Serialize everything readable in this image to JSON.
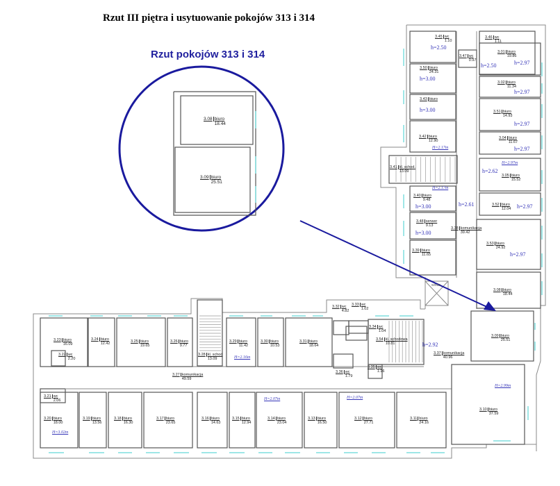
{
  "title": "Rzut III piętra i usytuowanie pokojów 313 i 314",
  "inset_title": "Rzut pokojów 313 i 314",
  "colors": {
    "line": "#7a7a7a",
    "accent": "#1a1a9e",
    "window": "#7fdede"
  },
  "inset_rooms": [
    {
      "number": "3.08",
      "type": "biuro",
      "area": "18.44"
    },
    {
      "number": "3.09",
      "type": "biuro",
      "area": "25.51"
    }
  ],
  "rooms": [
    {
      "number": "3.45",
      "type": "wc",
      "area": "1.10"
    },
    {
      "number": "3.46",
      "type": "wc",
      "area": "1.11"
    },
    {
      "number": "3.47",
      "type": "wc",
      "area": "0.97"
    },
    {
      "number": "3.50",
      "type": "biuro",
      "area": "24.31"
    },
    {
      "number": "3.43",
      "type": "biuro",
      "area": ""
    },
    {
      "number": "3.42",
      "type": "biuro",
      "area": "12.90"
    },
    {
      "number": "3.41",
      "type": "kl. schod.",
      "area": "13.09"
    },
    {
      "number": "3.40",
      "type": "biuro",
      "area": "9.48"
    },
    {
      "number": "3.48",
      "type": "serwer",
      "area": "9.13"
    },
    {
      "number": "3.39",
      "type": "biuro",
      "area": "11.65"
    },
    {
      "number": "3.38",
      "type": "komunikacja",
      "area": "39.42"
    },
    {
      "number": "3.01",
      "type": "biuro",
      "area": "19.86"
    },
    {
      "number": "3.02",
      "type": "biuro",
      "area": "11.34"
    },
    {
      "number": "3.51",
      "type": "biuro",
      "area": "14.93"
    },
    {
      "number": "3.04",
      "type": "biuro",
      "area": "11.67"
    },
    {
      "number": "3.05",
      "type": "biuro",
      "area": "15.52"
    },
    {
      "number": "3.52",
      "type": "biuro",
      "area": "12.04"
    },
    {
      "number": "3.53",
      "type": "biuro",
      "area": "24.92"
    },
    {
      "number": "3.08",
      "type": "biuro",
      "area": "18.44"
    },
    {
      "number": "3.09",
      "type": "biuro",
      "area": "25.51"
    },
    {
      "number": "3.10",
      "type": "biuro",
      "area": "37.59"
    },
    {
      "number": "3.23",
      "type": "biuro",
      "area": "16.09"
    },
    {
      "number": "3.22",
      "type": "wc",
      "area": "2.20"
    },
    {
      "number": "3.24",
      "type": "biuro",
      "area": "12.42"
    },
    {
      "number": "3.25",
      "type": "biuro",
      "area": "19.65"
    },
    {
      "number": "3.26",
      "type": "biuro",
      "area": "9.77"
    },
    {
      "number": "3.28",
      "type": "kl. schod",
      "area": "13.09"
    },
    {
      "number": "3.29",
      "type": "biuro",
      "area": "11.42"
    },
    {
      "number": "3.30",
      "type": "biuro",
      "area": "10.53"
    },
    {
      "number": "3.31",
      "type": "biuro",
      "area": "18.64"
    },
    {
      "number": "3.32",
      "type": "wc",
      "area": "4.82"
    },
    {
      "number": "3.33",
      "type": "wc",
      "area": "1.02"
    },
    {
      "number": "3.34",
      "type": "wc",
      "area": "1.04"
    },
    {
      "number": "3.54",
      "type": "kl. schodowa",
      "area": "10.81"
    },
    {
      "number": "3.35",
      "type": "wc",
      "area": "1.16"
    },
    {
      "number": "3.36",
      "type": "wc",
      "area": "1.79"
    },
    {
      "number": "3.37",
      "type": "komunikacja",
      "area": "40.96"
    },
    {
      "number": "3.27",
      "type": "komunikacja",
      "area": "49.59"
    },
    {
      "number": "3.21",
      "type": "wc",
      "area": "2.06"
    },
    {
      "number": "3.20",
      "type": "biuro",
      "area": "18.00"
    },
    {
      "number": "3.19",
      "type": "biuro",
      "area": "13.56"
    },
    {
      "number": "3.18",
      "type": "biuro",
      "area": "16.30"
    },
    {
      "number": "3.17",
      "type": "biuro",
      "area": "23.65"
    },
    {
      "number": "3.16",
      "type": "biuro",
      "area": "14.63"
    },
    {
      "number": "3.15",
      "type": "biuro",
      "area": "12.94"
    },
    {
      "number": "3.14",
      "type": "biuro",
      "area": "23.04"
    },
    {
      "number": "3.13",
      "type": "biuro",
      "area": "16.50"
    },
    {
      "number": "3.12",
      "type": "biuro",
      "area": "27.71"
    },
    {
      "number": "3.11",
      "type": "biuro",
      "area": "24.16"
    }
  ],
  "heights": [
    "h=2.50",
    "h=2.50",
    "h=3.00",
    "h=3.00",
    "h=3.00",
    "h=3.00",
    "h=2.61",
    "h=2.97",
    "h=2.97",
    "h=2.97",
    "h=2.97",
    "h=2.62",
    "h=2.97",
    "h=2.97",
    "h=2.92"
  ],
  "clear_heights": [
    "H=2.17m",
    "H=2.17m",
    "H=2.97m",
    "H=2.16m",
    "H=2.07m",
    "H=2.07m",
    "H=3.02m",
    "H=2.99m"
  ],
  "elevator_label": "winda"
}
